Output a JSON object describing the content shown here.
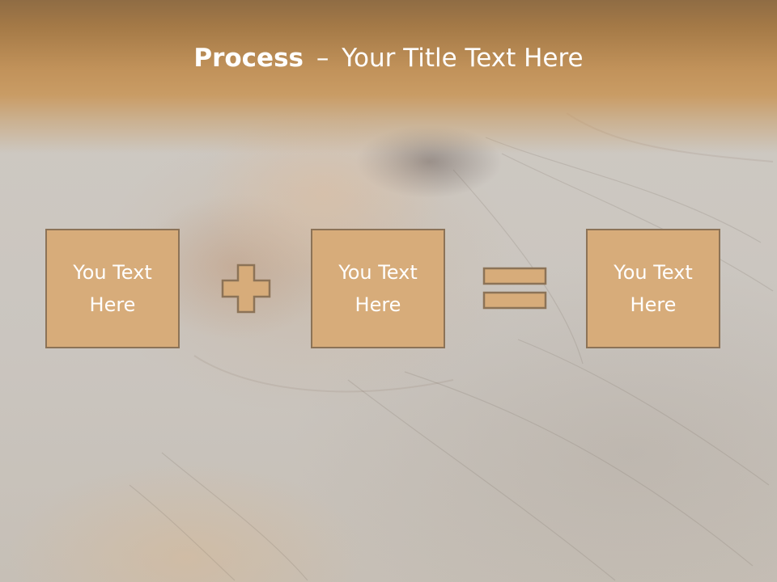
{
  "slide": {
    "title": {
      "bold_part": "Process",
      "separator": "–",
      "rest": "Your Title Text Here"
    },
    "boxes": [
      {
        "text": "You Text Here"
      },
      {
        "text": "You Text Here"
      },
      {
        "text": "You Text Here"
      }
    ],
    "operators": [
      "plus-icon",
      "equals-icon"
    ],
    "colors": {
      "title_band": "#c1925a",
      "box_fill": "#d7ac7a",
      "box_border": "#8c7357",
      "text": "#ffffff",
      "background": "#cbc7c2"
    }
  }
}
